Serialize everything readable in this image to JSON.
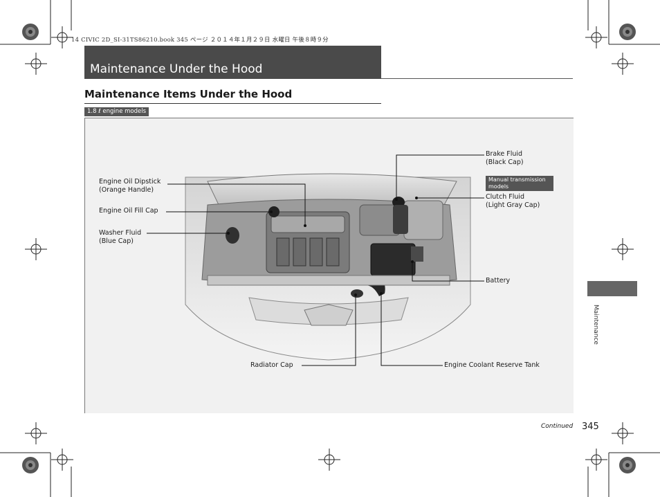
{
  "print_header": "14 CIVIC 2D_SI-31TS86210.book  345 ページ  ２０１４年１月２９日  水曜日  午後８時９分",
  "chapter_title": "Maintenance Under the Hood",
  "section_title": "Maintenance Items Under the Hood",
  "model_tag": "1.8 ℓ engine models",
  "callouts": {
    "engine_oil_dipstick": [
      "Engine Oil Dipstick",
      "(Orange Handle)"
    ],
    "engine_oil_fill_cap": [
      "Engine Oil Fill Cap"
    ],
    "washer_fluid": [
      "Washer Fluid",
      "(Blue Cap)"
    ],
    "brake_fluid": [
      "Brake Fluid",
      "(Black Cap)"
    ],
    "manual_transmission_tag": [
      "Manual transmission",
      "models"
    ],
    "clutch_fluid": [
      "Clutch Fluid",
      "(Light Gray Cap)"
    ],
    "battery": [
      "Battery"
    ],
    "radiator_cap": [
      "Radiator Cap"
    ],
    "engine_coolant_reserve_tank": [
      "Engine Coolant Reserve Tank"
    ]
  },
  "side_tab_label": "Maintenance",
  "continued": "Continued",
  "page_number": "345"
}
